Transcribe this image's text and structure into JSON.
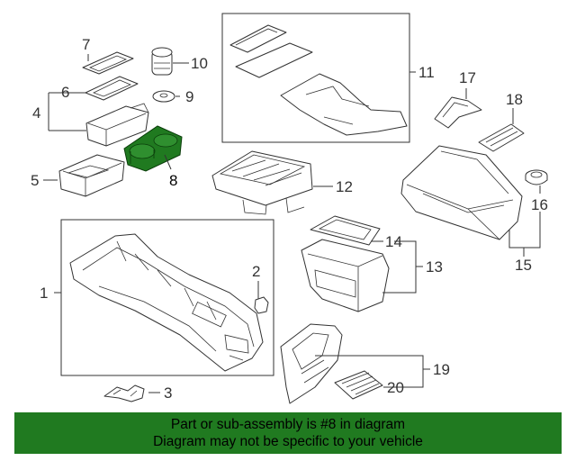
{
  "diagram": {
    "callouts": {
      "c1": "1",
      "c2": "2",
      "c3": "3",
      "c4": "4",
      "c5": "5",
      "c6": "6",
      "c7": "7",
      "c8": "8",
      "c9": "9",
      "c10": "10",
      "c11": "11",
      "c12": "12",
      "c13": "13",
      "c14": "14",
      "c15": "15",
      "c16": "16",
      "c17": "17",
      "c18": "18",
      "c19": "19",
      "c20": "20"
    },
    "highlight_color": "#207a20"
  },
  "banner": {
    "line1": "Part or sub-assembly is #8 in diagram",
    "line2": "Diagram may not be specific to your vehicle",
    "background": "#207a20"
  }
}
